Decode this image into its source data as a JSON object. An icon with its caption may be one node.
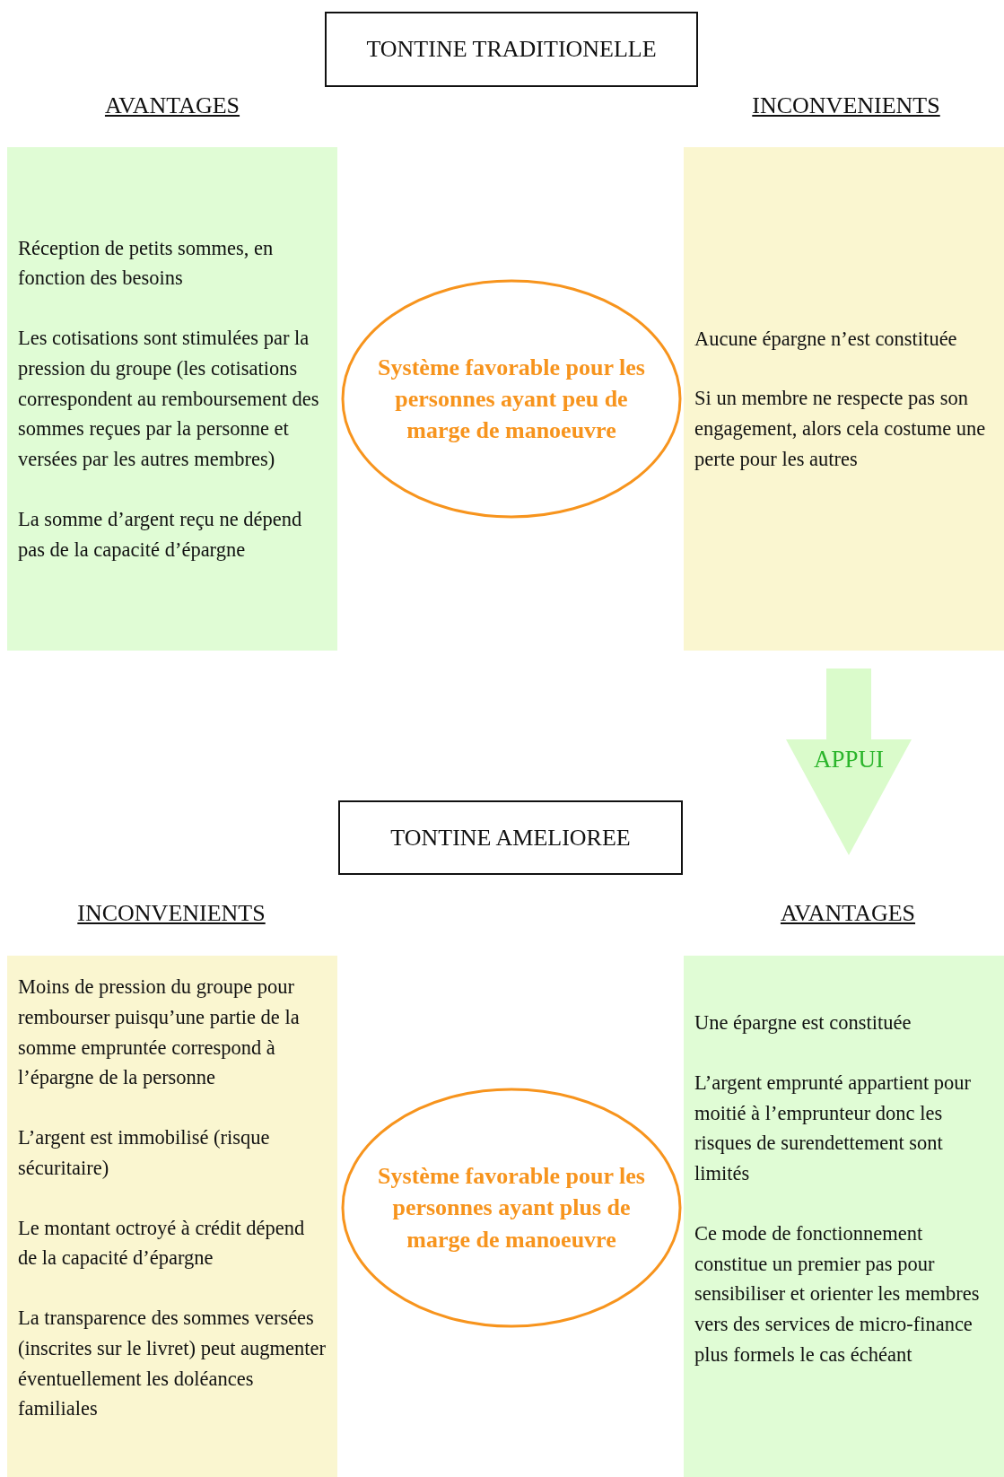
{
  "diagram": {
    "nodes": [
      {
        "text": [
          "TONTINE TRADITIONELLE"
        ]
      },
      {
        "text": [
          "Réception de petits sommes, en fonction des besoins",
          "Les cotisations sont stimulées par la pression du groupe (les cotisations correspondent au remboursement des sommes reçues par la personne et versées par les autres membres)",
          "La somme d’argent reçu ne dépend pas de la capacité d’épargne"
        ]
      },
      {
        "text": [
          "Système favorable pour les personnes ayant peu de marge de manoeuvre"
        ]
      },
      {
        "text": [
          "Aucune épargne n’est constituée",
          "Si un membre ne respecte pas son engagement, alors cela costume une perte pour les autres"
        ]
      },
      {
        "text": [
          "APPUI"
        ]
      },
      {
        "text": [
          "TONTINE AMELIOREE"
        ]
      },
      {
        "text": [
          "Moins de pression du groupe pour rembourser puisqu’une partie de la somme empruntée correspond à l’épargne de la personne",
          "L’argent est immobilisé (risque sécuritaire)",
          "Le montant octroyé à crédit dépend de la capacité d’épargne",
          "La transparence des sommes versées (inscrites sur le livret) peut augmenter éventuellement les doléances familiales"
        ]
      },
      {
        "text": [
          "Système favorable pour les personnes ayant plus de marge de manoeuvre"
        ]
      },
      {
        "text": [
          "Une épargne est constituée",
          "L’argent emprunté appartient pour moitié à l’emprunteur donc les risques de surendettement sont limités",
          "Ce mode de fonctionnement constitue un premier pas pour sensibiliser et orienter les membres vers des services de micro-finance plus formels le cas échéant"
        ]
      }
    ],
    "labels": [
      "AVANTAGES",
      "INCONVENIENTS",
      "INCONVENIENTS",
      "AVANTAGES"
    ]
  }
}
